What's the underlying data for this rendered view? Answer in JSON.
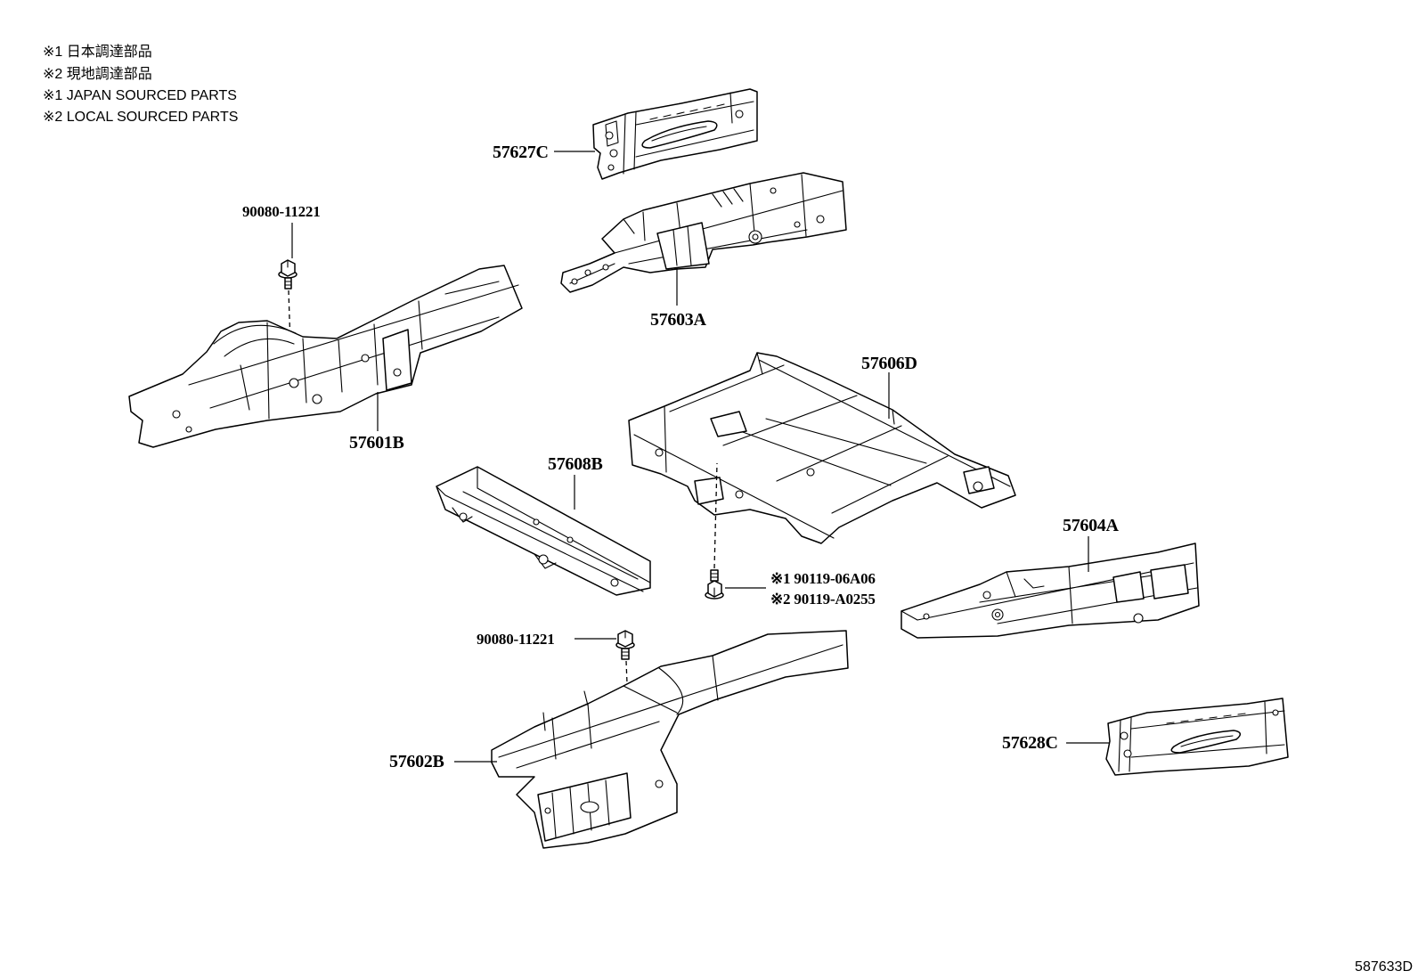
{
  "notes": {
    "jp_1": "※1 日本調達部品",
    "jp_2": "※2 現地調達部品",
    "en_1": "※1 JAPAN SOURCED PARTS",
    "en_2": "※2 LOCAL SOURCED PARTS"
  },
  "callouts": {
    "part_57627C": "57627C",
    "part_57603A": "57603A",
    "part_57606D": "57606D",
    "part_57601B": "57601B",
    "part_57608B": "57608B",
    "part_57604A": "57604A",
    "part_57628C": "57628C",
    "part_57602B": "57602B",
    "bolt_upper": "90080-11221",
    "bolt_lower": "90080-11221",
    "bolt_center_1": "※1 90119-06A06",
    "bolt_center_2": "※2 90119-A0255"
  },
  "illustration_id": "587633D",
  "colors": {
    "line": "#000000",
    "background": "#ffffff"
  }
}
